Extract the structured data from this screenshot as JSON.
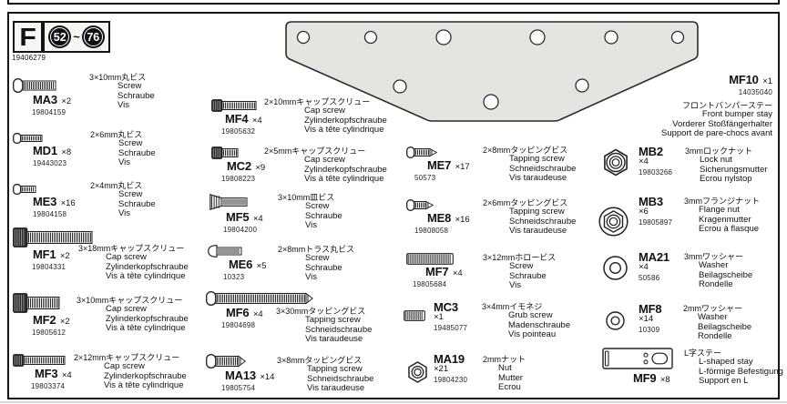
{
  "header": {
    "section_letter": "F",
    "step_from": "52",
    "step_separator": "~",
    "step_to": "76",
    "sheet_number": "19406279"
  },
  "bumper_stay": {
    "code": "MF10",
    "qty": "×1",
    "part_number": "14035040",
    "name_ja": "フロントバンパーステー",
    "name_en": "Front bumper stay",
    "name_de": "Vorderer Stoßfängerhalter",
    "name_fr": "Support de pare-chocs avant",
    "icon": "bumper-stay-plate"
  },
  "items": [
    {
      "code": "MA3",
      "qty": "×2",
      "part_number": "19804159",
      "size_ja": "3×10mm丸ビス",
      "name_en": "Screw",
      "name_de": "Schraube",
      "name_fr": "Vis",
      "icon": "round-screw-icon"
    },
    {
      "code": "MD1",
      "qty": "×8",
      "part_number": "19443023",
      "size_ja": "2×6mm丸ビス",
      "name_en": "Screw",
      "name_de": "Schraube",
      "name_fr": "Vis",
      "icon": "round-screw-icon"
    },
    {
      "code": "ME3",
      "qty": "×16",
      "part_number": "19804158",
      "size_ja": "2×4mm丸ビス",
      "name_en": "Screw",
      "name_de": "Schraube",
      "name_fr": "Vis",
      "icon": "round-screw-icon"
    },
    {
      "code": "MF1",
      "qty": "×2",
      "part_number": "19804331",
      "size_ja": "3×18mmキャップスクリュー",
      "name_en": "Cap screw",
      "name_de": "Zylinderkopfschraube",
      "name_fr": "Vis à tête cylindrique",
      "icon": "cap-screw-icon"
    },
    {
      "code": "MF2",
      "qty": "×2",
      "part_number": "19805612",
      "size_ja": "3×10mmキャップスクリュー",
      "name_en": "Cap screw",
      "name_de": "Zylinderkopfschraube",
      "name_fr": "Vis à tête cylindrique",
      "icon": "cap-screw-icon"
    },
    {
      "code": "MF3",
      "qty": "×4",
      "part_number": "19803374",
      "size_ja": "2×12mmキャップスクリュー",
      "name_en": "Cap screw",
      "name_de": "Zylinderkopfschraube",
      "name_fr": "Vis à tête cylindrique",
      "icon": "cap-screw-icon"
    },
    {
      "code": "MF4",
      "qty": "×4",
      "part_number": "19805632",
      "size_ja": "2×10mmキャップスクリュー",
      "name_en": "Cap screw",
      "name_de": "Zylinderkopfschraube",
      "name_fr": "Vis à tête cylindrique",
      "icon": "cap-screw-icon"
    },
    {
      "code": "MC2",
      "qty": "×9",
      "part_number": "19808223",
      "size_ja": "2×5mmキャップスクリュー",
      "name_en": "Cap screw",
      "name_de": "Zylinderkopfschraube",
      "name_fr": "Vis à tête cylindrique",
      "icon": "cap-screw-icon"
    },
    {
      "code": "MF5",
      "qty": "×4",
      "part_number": "19804200",
      "size_ja": "3×10mm皿ビス",
      "name_en": "Screw",
      "name_de": "Schraube",
      "name_fr": "Vis",
      "icon": "countersunk-screw-icon"
    },
    {
      "code": "ME6",
      "qty": "×5",
      "part_number": "10323",
      "size_ja": "2×8mmトラス丸ビス",
      "name_en": "Screw",
      "name_de": "Schraube",
      "name_fr": "Vis",
      "icon": "truss-screw-icon"
    },
    {
      "code": "MF6",
      "qty": "×4",
      "part_number": "19804698",
      "size_ja": "3×30mmタッピングビス",
      "name_en": "Tapping screw",
      "name_de": "Schneidschraube",
      "name_fr": "Vis taraudeuse",
      "icon": "tapping-screw-icon"
    },
    {
      "code": "MA13",
      "qty": "×14",
      "part_number": "19805754",
      "size_ja": "3×8mmタッピングビス",
      "name_en": "Tapping screw",
      "name_de": "Schneidschraube",
      "name_fr": "Vis taraudeuse",
      "icon": "tapping-screw-icon"
    },
    {
      "code": "ME7",
      "qty": "×17",
      "part_number": "50573",
      "size_ja": "2×8mmタッピングビス",
      "name_en": "Tapping screw",
      "name_de": "Schneidschraube",
      "name_fr": "Vis taraudeuse",
      "icon": "tapping-screw-icon"
    },
    {
      "code": "ME8",
      "qty": "×16",
      "part_number": "19808058",
      "size_ja": "2×6mmタッピングビス",
      "name_en": "Tapping screw",
      "name_de": "Schneidschraube",
      "name_fr": "Vis taraudeuse",
      "icon": "tapping-screw-icon"
    },
    {
      "code": "MF7",
      "qty": "×4",
      "part_number": "19805684",
      "size_ja": "3×12mmホロービス",
      "name_en": "Screw",
      "name_de": "Schraube",
      "name_fr": "Vis",
      "icon": "set-screw-icon"
    },
    {
      "code": "MC3",
      "qty": "×1",
      "part_number": "19485077",
      "size_ja": "3×4mmイモネジ",
      "name_en": "Grub screw",
      "name_de": "Madenschraube",
      "name_fr": "Vis pointeau",
      "icon": "grub-screw-icon"
    },
    {
      "code": "MA19",
      "qty": "×21",
      "part_number": "19804230",
      "size_ja": "2mmナット",
      "name_en": "Nut",
      "name_de": "Mutter",
      "name_fr": "Ecrou",
      "icon": "nut-icon"
    },
    {
      "code": "MB2",
      "qty": "×4",
      "part_number": "19803266",
      "size_ja": "3mmロックナット",
      "name_en": "Lock nut",
      "name_de": "Sicherungsmutter",
      "name_fr": "Ecrou nylstop",
      "icon": "lock-nut-icon"
    },
    {
      "code": "MB3",
      "qty": "×6",
      "part_number": "19805897",
      "size_ja": "3mmフランジナット",
      "name_en": "Flange nut",
      "name_de": "Kragenmutter",
      "name_fr": "Ecrou à flasque",
      "icon": "flange-nut-icon"
    },
    {
      "code": "MA21",
      "qty": "×4",
      "part_number": "50586",
      "size_ja": "3mmワッシャー",
      "name_en": "Washer",
      "name_de": "Beilagscheibe",
      "name_fr": "Rondelle",
      "icon": "washer-icon"
    },
    {
      "code": "MF8",
      "qty": "×14",
      "part_number": "10309",
      "size_ja": "2mmワッシャー",
      "name_en": "Washer",
      "name_de": "Beilagscheibe",
      "name_fr": "Rondelle",
      "icon": "washer-icon"
    },
    {
      "code": "MF9",
      "qty": "×8",
      "size_ja": "L字ステー",
      "name_en": "L-shaped stay",
      "name_de": "L-förmige Befestigung",
      "name_fr": "Support en L",
      "icon": "l-stay-icon"
    }
  ]
}
